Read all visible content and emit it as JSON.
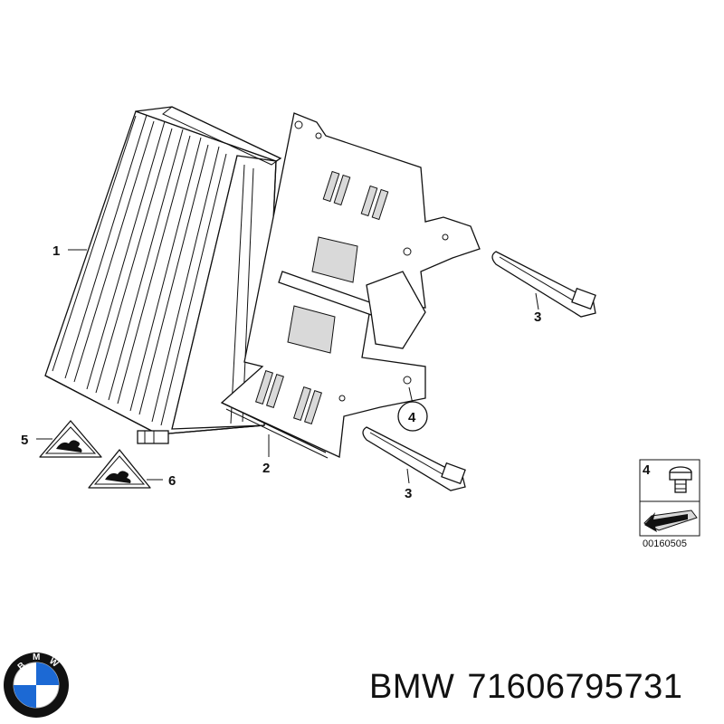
{
  "callouts": {
    "part_1": "1",
    "part_2": "2",
    "part_3a": "3",
    "part_3b": "3",
    "part_4": "4",
    "part_5": "5",
    "part_6": "6"
  },
  "legend": {
    "item_number": "4",
    "diagram_code": "00160505"
  },
  "brand": {
    "name": "BMW",
    "part_number": "71606795731",
    "logo_letters": "BMW"
  },
  "colors": {
    "logo_blue": "#1c69d4",
    "logo_ring": "#111111",
    "line": "#111111"
  }
}
